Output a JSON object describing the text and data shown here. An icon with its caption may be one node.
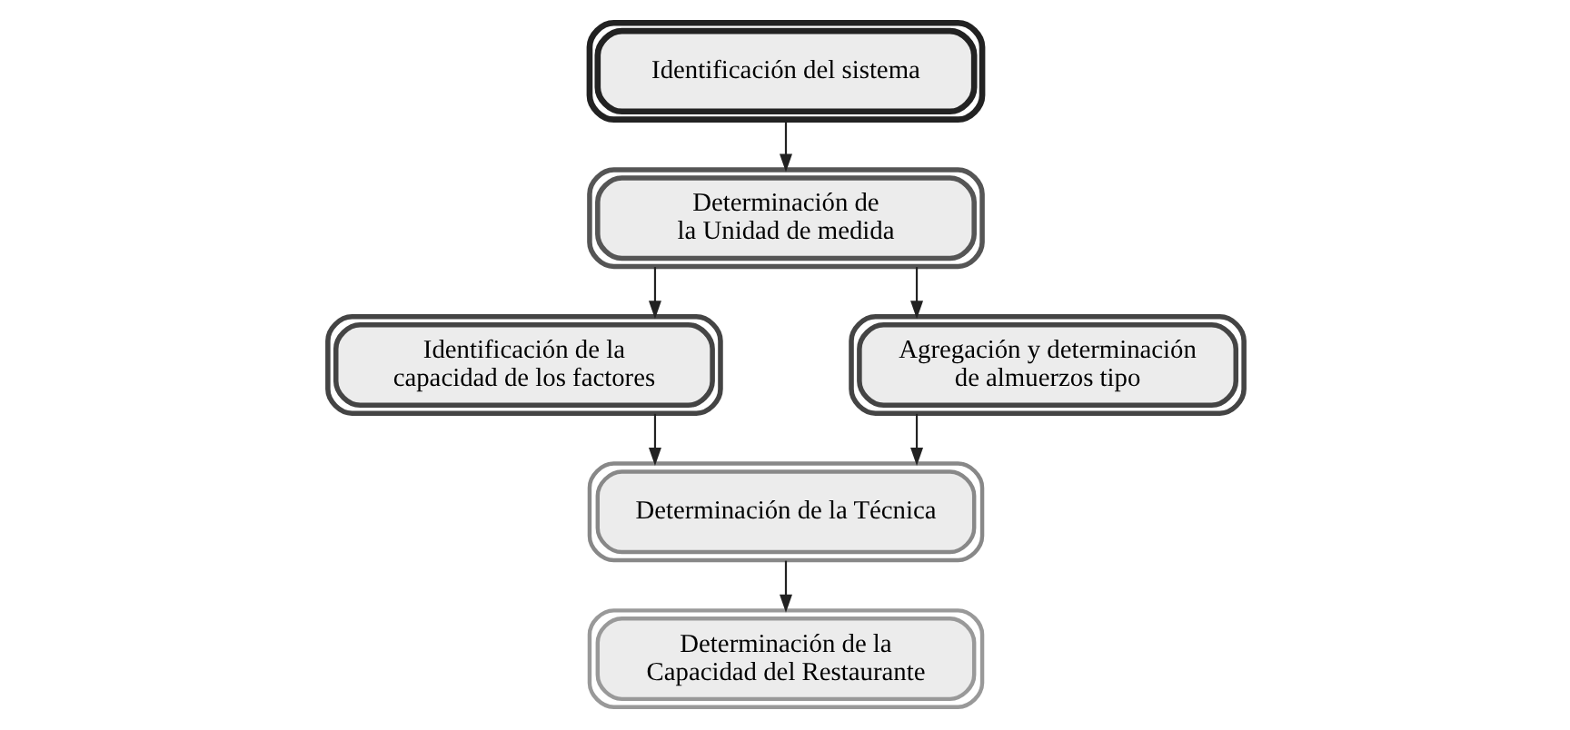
{
  "diagram": {
    "nodes": [
      {
        "text": [
          "Identificación del sistema"
        ]
      },
      {
        "text": [
          "Determinación de la Unidad de medida"
        ]
      },
      {
        "text": [
          "Identificación de la capacidad de los factores"
        ]
      },
      {
        "text": [
          "Agregación y determinación de almuerzos tipo"
        ]
      },
      {
        "text": [
          "Determinación de la Técnica"
        ]
      },
      {
        "text": [
          "Determinación de la Capacidad del Restaurante"
        ]
      }
    ],
    "edges": [
      {
        "from": 0,
        "to": 1,
        "arrow": "to"
      },
      {
        "from": 1,
        "to": 2,
        "arrow": "to"
      },
      {
        "from": 1,
        "to": 3,
        "arrow": "to"
      },
      {
        "from": 2,
        "to": 4,
        "arrow": "to"
      },
      {
        "from": 3,
        "to": 4,
        "arrow": "to"
      },
      {
        "from": 4,
        "to": 5,
        "arrow": "to"
      }
    ]
  }
}
